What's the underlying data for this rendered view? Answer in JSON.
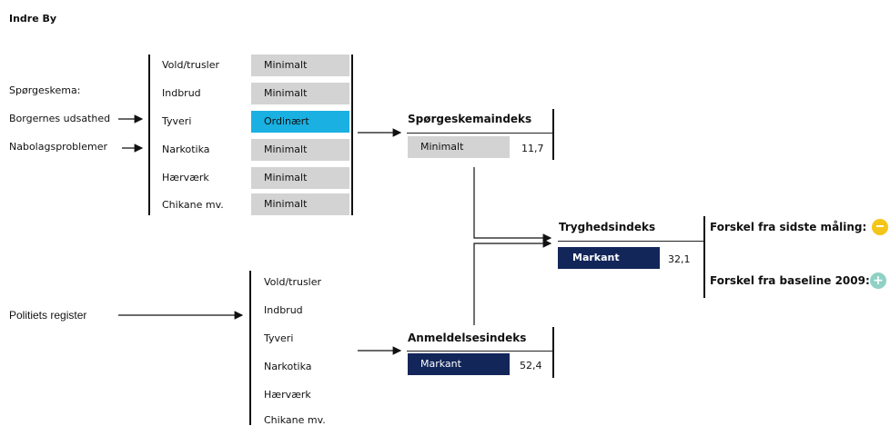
{
  "title": "Indre By",
  "left_labels": {
    "sporgeskema": "Spørgeskema:",
    "borgernes": "Borgernes udsathed",
    "nabolag": "Nabolagsproblemer",
    "politiets": "Politiets register"
  },
  "survey_categories": [
    {
      "label": "Vold/trusler",
      "level": "Minimalt"
    },
    {
      "label": "Indbrud",
      "level": "Minimalt"
    },
    {
      "label": "Tyveri",
      "level": "Ordinært"
    },
    {
      "label": "Narkotika",
      "level": "Minimalt"
    },
    {
      "label": "Hærværk",
      "level": "Minimalt"
    },
    {
      "label": "Chikane mv.",
      "level": "Minimalt"
    }
  ],
  "register_categories": [
    "Vold/trusler",
    "Indbrud",
    "Tyveri",
    "Narkotika",
    "Hærværk",
    "Chikane mv."
  ],
  "sporgeskemaindeks": {
    "title": "Spørgeskemaindeks",
    "level": "Minimalt",
    "value": "11,7"
  },
  "anmeldelsesindeks": {
    "title": "Anmeldelsesindeks",
    "level": "Markant",
    "value": "52,4"
  },
  "tryghedsindeks": {
    "title": "Tryghedsindeks",
    "level": "Markant",
    "value": "32,1"
  },
  "comparisons": {
    "last_label": "Forskel fra sidste måling:",
    "baseline_label": "Forskel fra baseline 2009:",
    "last_icon": "neutral-circle-icon",
    "baseline_icon": "plus-circle-icon"
  },
  "colors": {
    "minimalt": "#d3d3d3",
    "ordinaert": "#1ab0e2",
    "markant": "#13265a",
    "yellow": "#f5c518",
    "green": "#8fd1c4"
  }
}
